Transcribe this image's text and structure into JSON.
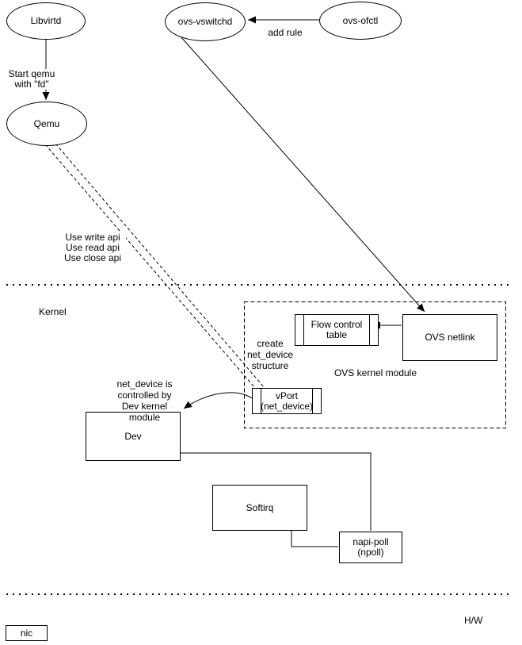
{
  "nodes": {
    "libvirtd": {
      "label": "Libvirtd"
    },
    "qemu": {
      "label": "Qemu"
    },
    "ovs_vswitchd": {
      "label": "ovs-vswitchd"
    },
    "ovs_ofctl": {
      "label": "ovs-ofctl"
    },
    "flow_control_table": {
      "label": "Flow control\ntable"
    },
    "ovs_netlink": {
      "label": "OVS netlink"
    },
    "ovs_kernel_module": {
      "label": "OVS kernel module"
    },
    "vport": {
      "label": "vPort\n(net_device)"
    },
    "dev": {
      "label": "Dev"
    },
    "softirq": {
      "label": "Softirq"
    },
    "napi_poll": {
      "label": "napi-poll\n(npoll)"
    },
    "nic": {
      "label": "nic"
    }
  },
  "edge_labels": {
    "start_qemu": "Start qemu\nwith \"fd\"",
    "add_rule": "add rule",
    "use_api": "Use write api\nUse read api\nUse close api",
    "create_net_device": "create\nnet_device\nstructure",
    "net_device_controlled": "net_device is\ncontrolled by\nDev kernel\nmodule"
  },
  "zone_labels": {
    "kernel": "Kernel",
    "hw": "H/W"
  },
  "colors": {
    "stroke": "#000000",
    "fill": "#ffffff"
  }
}
